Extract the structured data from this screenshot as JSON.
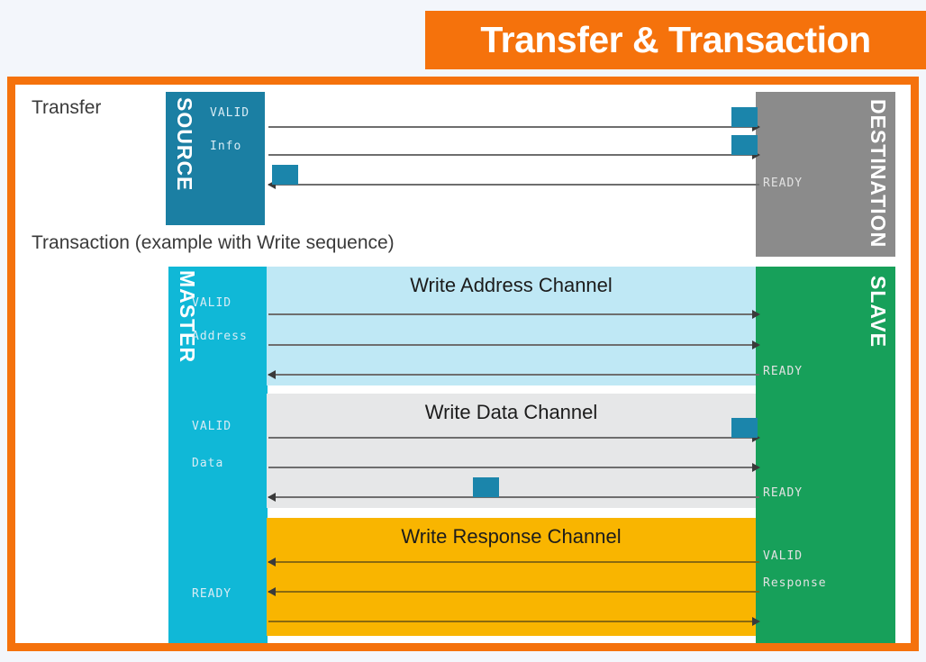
{
  "banner": {
    "title": "Transfer & Transaction",
    "bg_color": "#f5720c",
    "text_color": "#ffffff"
  },
  "page": {
    "background": "#f3f6fb",
    "frame_color": "#f5720c",
    "canvas_color": "#ffffff"
  },
  "sections": {
    "transfer": {
      "label": "Transfer"
    },
    "transaction": {
      "label": "Transaction (example with Write sequence)"
    }
  },
  "endpoints": {
    "source": {
      "name": "SOURCE",
      "color": "#1b7fa3",
      "signals": [
        "VALID",
        "Info"
      ]
    },
    "destination": {
      "name": "DESTINATION",
      "color": "#8b8b8b",
      "signals": [
        "READY"
      ]
    },
    "master": {
      "name": "MASTER",
      "color": "#10b8d7",
      "signals": [
        "VALID",
        "Address",
        "VALID",
        "Data",
        "READY"
      ]
    },
    "slave": {
      "name": "SLAVE",
      "color": "#17a05a",
      "signals": [
        "READY",
        "READY",
        "VALID",
        "Response"
      ]
    }
  },
  "signal_labels": {
    "source_valid": "VALID",
    "source_info": "Info",
    "destination_ready": "READY",
    "master_valid_addr": "VALID",
    "master_address": "Address",
    "master_valid_data": "VALID",
    "master_data": "Data",
    "master_ready": "READY",
    "slave_ready_addr": "READY",
    "slave_ready_data": "READY",
    "slave_valid": "VALID",
    "slave_response": "Response"
  },
  "channels": [
    {
      "id": "write-address",
      "title": "Write Address Channel",
      "color": "#bfe8f5",
      "arrows": [
        {
          "dir": "right"
        },
        {
          "dir": "right"
        },
        {
          "dir": "left"
        }
      ]
    },
    {
      "id": "write-data",
      "title": "Write Data Channel",
      "color": "#e6e7e8",
      "arrows": [
        {
          "dir": "right"
        },
        {
          "dir": "right"
        },
        {
          "dir": "left"
        }
      ]
    },
    {
      "id": "write-response",
      "title": "Write Response Channel",
      "color": "#f9b500",
      "arrows": [
        {
          "dir": "left"
        },
        {
          "dir": "left"
        },
        {
          "dir": "right"
        }
      ]
    }
  ],
  "markers": {
    "color": "#1b85ab",
    "count": 5
  }
}
